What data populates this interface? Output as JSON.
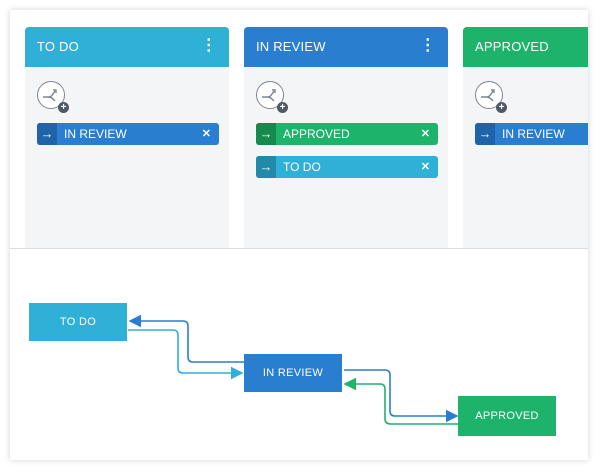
{
  "columns": [
    {
      "title": "TO DO",
      "color": "#2fb0d6",
      "has_menu": true,
      "transitions": [
        {
          "label": "IN REVIEW",
          "color": "#2a7ed0",
          "arrow_bg": "#1f63a8"
        }
      ]
    },
    {
      "title": "IN REVIEW",
      "color": "#2a7ed0",
      "has_menu": true,
      "transitions": [
        {
          "label": "APPROVED",
          "color": "#1eb36a",
          "arrow_bg": "#16894f"
        },
        {
          "label": "TO DO",
          "color": "#2fb0d6",
          "arrow_bg": "#2289a8"
        }
      ]
    },
    {
      "title": "APPROVED",
      "color": "#1eb36a",
      "has_menu": false,
      "transitions": [
        {
          "label": "IN REVIEW",
          "color": "#2a7ed0",
          "arrow_bg": "#1f63a8"
        }
      ]
    }
  ],
  "icons": {
    "menu": "⋮",
    "arrow": "→",
    "close": "✕",
    "add_transition": "add-transition-icon",
    "plus": "+"
  },
  "resize_handle": "• • •",
  "diagram": {
    "nodes": [
      {
        "label": "TO DO",
        "color": "#2fb0d6"
      },
      {
        "label": "IN REVIEW",
        "color": "#2a7ed0"
      },
      {
        "label": "APPROVED",
        "color": "#1eb36a"
      }
    ],
    "edge_colors": {
      "blue": "#2a7ed0",
      "cyan": "#2fb0d6",
      "green": "#1eb36a"
    }
  }
}
